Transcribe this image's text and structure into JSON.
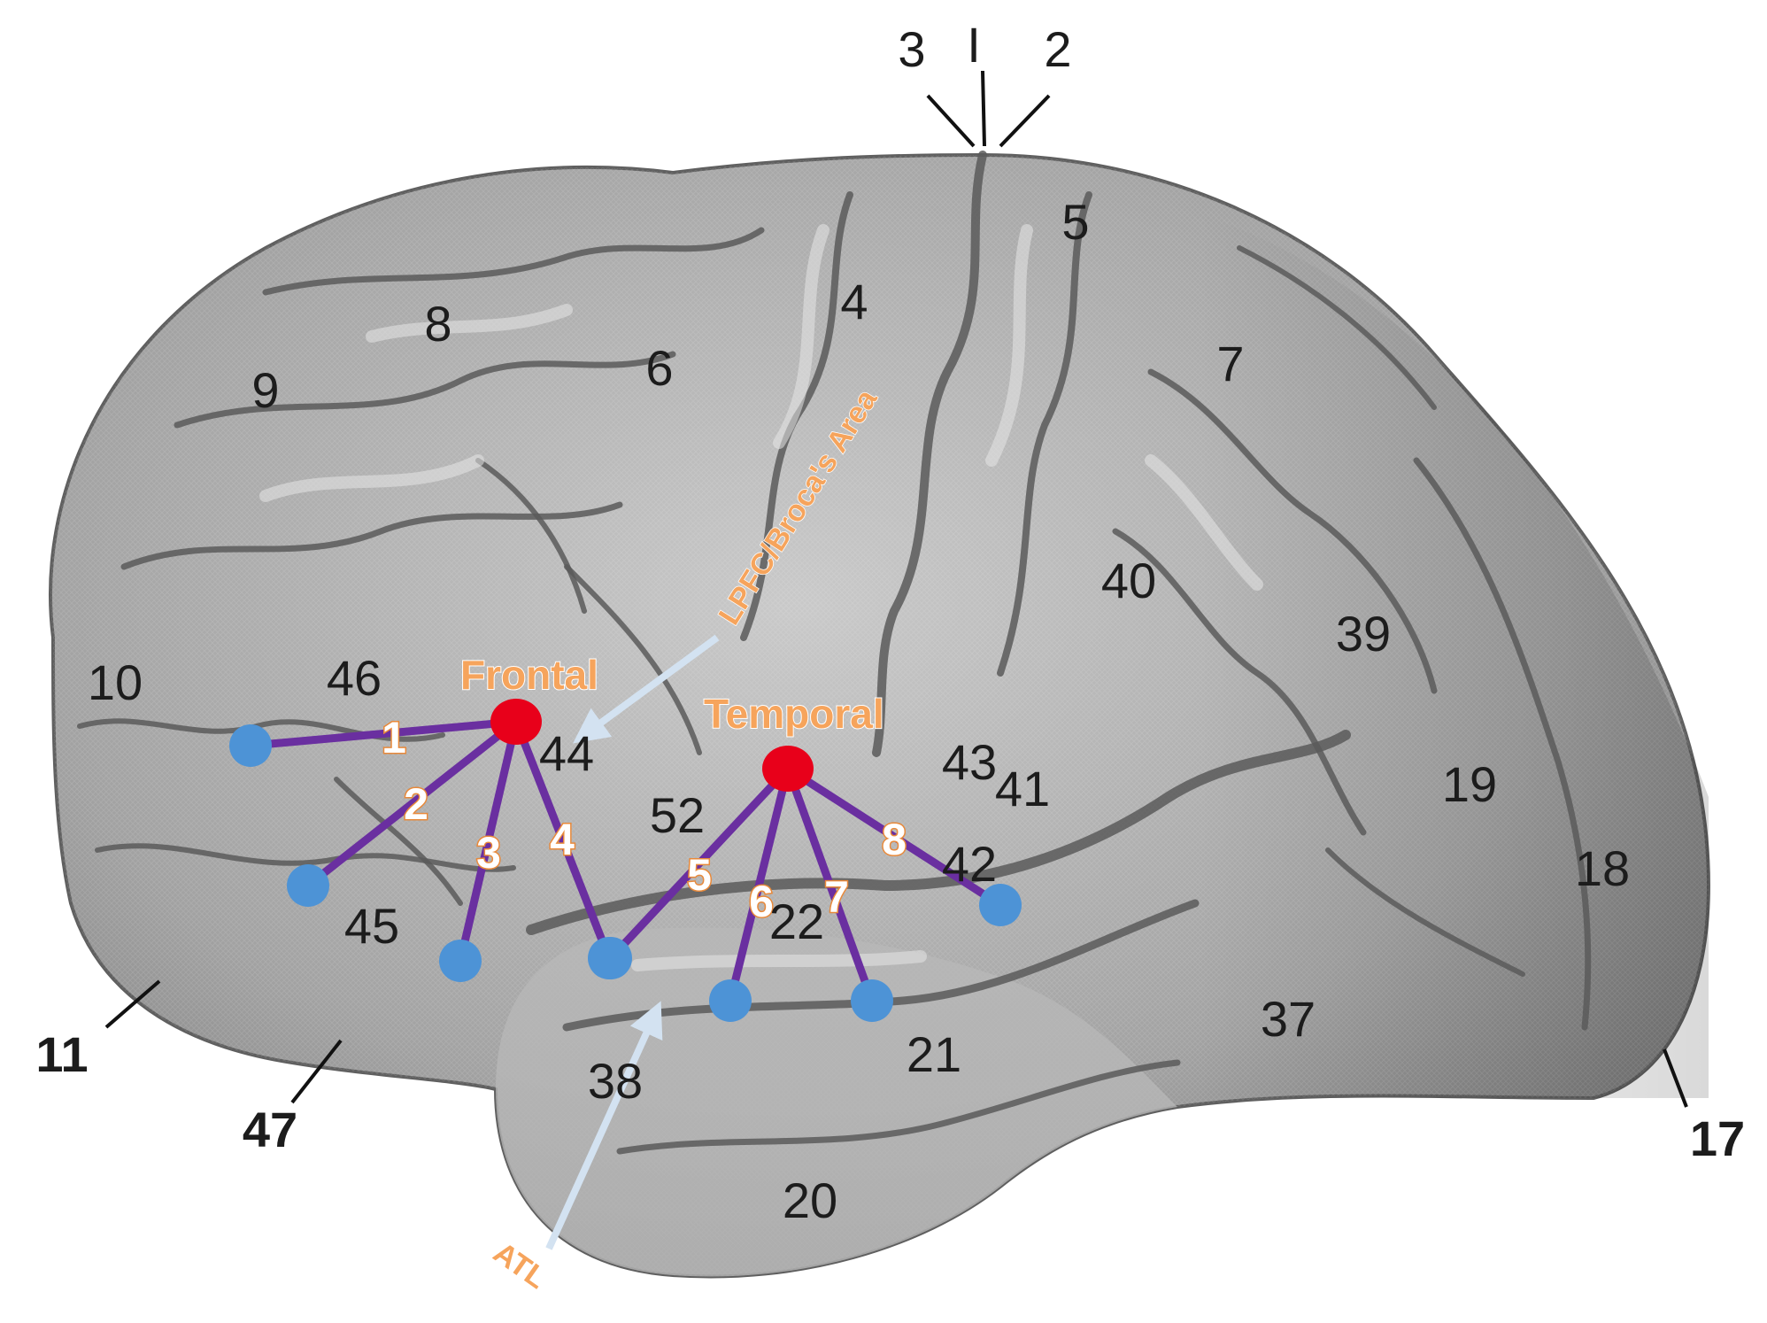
{
  "areas": [
    {
      "id": "area-3",
      "text": "3"
    },
    {
      "id": "area-1",
      "text": "I"
    },
    {
      "id": "area-2",
      "text": "2"
    },
    {
      "id": "area-5",
      "text": "5"
    },
    {
      "id": "area-8",
      "text": "8"
    },
    {
      "id": "area-4",
      "text": "4"
    },
    {
      "id": "area-6",
      "text": "6"
    },
    {
      "id": "area-7",
      "text": "7"
    },
    {
      "id": "area-9",
      "text": "9"
    },
    {
      "id": "area-10",
      "text": "10"
    },
    {
      "id": "area-46",
      "text": "46"
    },
    {
      "id": "area-40",
      "text": "40"
    },
    {
      "id": "area-39",
      "text": "39"
    },
    {
      "id": "area-44",
      "text": "44"
    },
    {
      "id": "area-43",
      "text": "43"
    },
    {
      "id": "area-41",
      "text": "41"
    },
    {
      "id": "area-52",
      "text": "52"
    },
    {
      "id": "area-42",
      "text": "42"
    },
    {
      "id": "area-19",
      "text": "19"
    },
    {
      "id": "area-18",
      "text": "18"
    },
    {
      "id": "area-45",
      "text": "45"
    },
    {
      "id": "area-22",
      "text": "22"
    },
    {
      "id": "area-11",
      "text": "11"
    },
    {
      "id": "area-47",
      "text": "47"
    },
    {
      "id": "area-38",
      "text": "38"
    },
    {
      "id": "area-21",
      "text": "21"
    },
    {
      "id": "area-37",
      "text": "37"
    },
    {
      "id": "area-17",
      "text": "17"
    },
    {
      "id": "area-20",
      "text": "20"
    }
  ],
  "regions": {
    "frontal": "Frontal",
    "temporal": "Temporal"
  },
  "annotations": {
    "lpfc": "LPFC/Broca's Area",
    "atl": "ATL"
  },
  "connections": [
    {
      "text": "1"
    },
    {
      "text": "2"
    },
    {
      "text": "3"
    },
    {
      "text": "4"
    },
    {
      "text": "5"
    },
    {
      "text": "6"
    },
    {
      "text": "7"
    },
    {
      "text": "8"
    }
  ],
  "colors": {
    "hub": "#e8001a",
    "node": "#4d93d6",
    "connection": "#6a2fa0",
    "label_orange": "#f6a45c",
    "arrow": "#d3e2f1"
  }
}
